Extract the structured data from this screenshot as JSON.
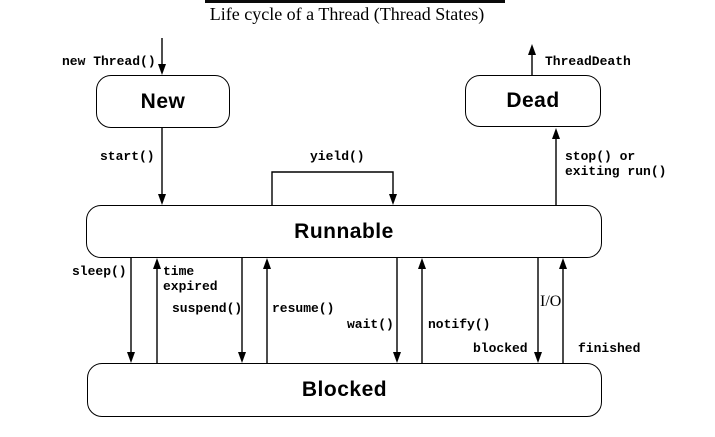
{
  "title": "Life cycle of a Thread (Thread States)",
  "states": {
    "new": "New",
    "dead": "Dead",
    "runnable": "Runnable",
    "blocked": "Blocked"
  },
  "labels": {
    "new_thread": "new Thread()",
    "thread_death": "ThreadDeath",
    "start": "start()",
    "yield": "yield()",
    "stop": "stop() or\nexiting run()",
    "sleep": "sleep()",
    "time_expired": "time\nexpired",
    "suspend": "suspend()",
    "resume": "resume()",
    "wait": "wait()",
    "notify": "notify()",
    "io": "I/O",
    "io_blocked": "blocked",
    "io_finished": "finished"
  },
  "colors": {
    "ink": "#000000",
    "background": "#ffffff"
  }
}
